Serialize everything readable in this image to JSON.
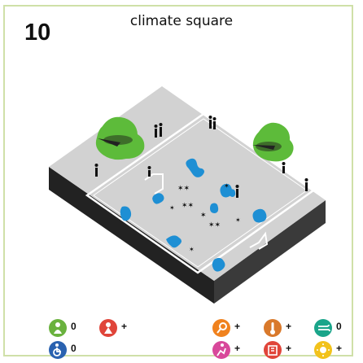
{
  "header": {
    "number": "10",
    "title": "climate square"
  },
  "colors": {
    "frame": "#cfe0a8",
    "ground_top": "#d2d2d2",
    "ground_side_left": "#222222",
    "ground_side_right": "#3a3a3a",
    "water": "#1e8fd4",
    "tree": "#5dbb3a"
  },
  "legend": [
    {
      "icon": "green-person-icon",
      "color": "#6ab23e",
      "label": "0"
    },
    {
      "icon": "red-person-icon",
      "color": "#e0453a",
      "label": "+"
    },
    {
      "icon": "orange-tool-icon",
      "color": "#f0821e",
      "label": "+"
    },
    {
      "icon": "brown-thermometer-icon",
      "color": "#d9792b",
      "label": "+"
    },
    {
      "icon": "teal-wind-icon",
      "color": "#1aa58a",
      "label": "0"
    },
    {
      "icon": "blue-wheelchair-icon",
      "color": "#2a62b0",
      "label": "0"
    },
    {
      "icon": "pink-activity-icon",
      "color": "#d8489a",
      "label": "+"
    },
    {
      "icon": "red-building-icon",
      "color": "#e0453a",
      "label": "+"
    },
    {
      "icon": "yellow-sun-icon",
      "color": "#f2c21b",
      "label": "+"
    }
  ]
}
